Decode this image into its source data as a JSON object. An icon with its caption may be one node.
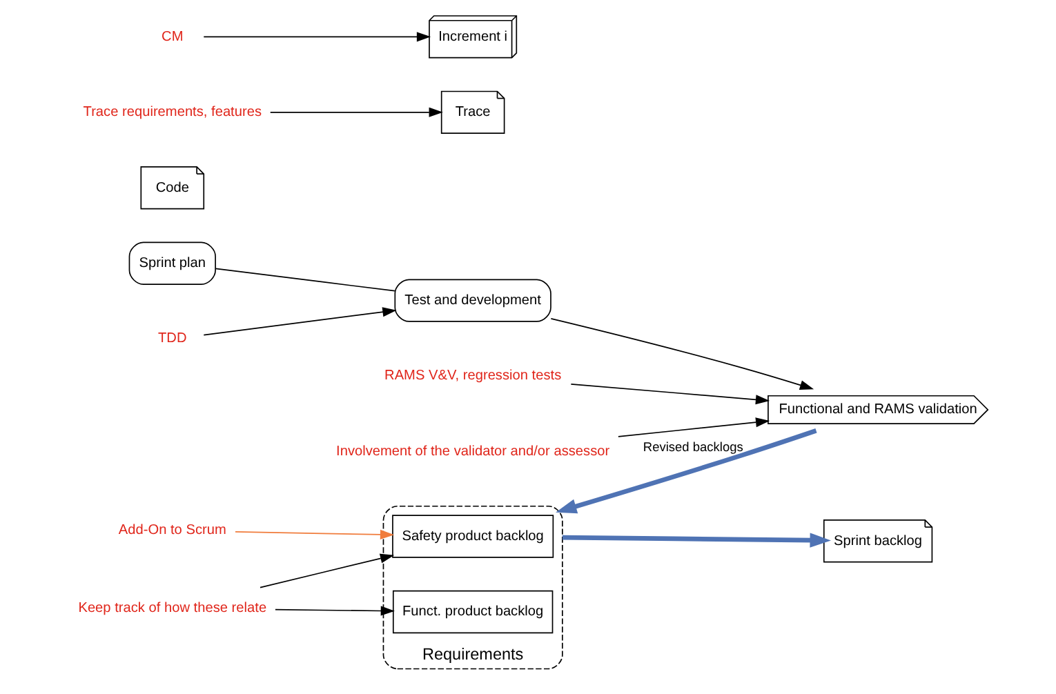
{
  "diagram": {
    "nodes": [
      {
        "text": [
          "Requirements"
        ]
      },
      {
        "text": [
          "Safety product backlog"
        ],
        "in": 0
      },
      {
        "text": [
          "Funct. product backlog"
        ],
        "in": 0
      },
      {
        "text": [
          "Add-On to Scrum"
        ]
      },
      {
        "text": [
          "Keep track of how these relate"
        ]
      },
      {
        "text": [
          "Sprint backlog"
        ]
      },
      {
        "text": [
          "Sprint plan"
        ]
      },
      {
        "text": [
          "Test and development"
        ]
      },
      {
        "text": [
          "Code"
        ]
      },
      {
        "text": [
          "Trace"
        ]
      },
      {
        "text": [
          "Functional and RAMS validation"
        ]
      },
      {
        "text": [
          "TDD"
        ]
      },
      {
        "text": [
          "Trace requirements, features"
        ]
      },
      {
        "text": [
          "CM"
        ]
      },
      {
        "text": [
          "Increment i"
        ]
      },
      {
        "text": [
          "RAMS V&V, regression tests"
        ]
      },
      {
        "text": [
          "Involvement of the validator and/or assessor"
        ]
      }
    ],
    "edges": [
      {
        "from": 3,
        "to": 1,
        "arrow": "to",
        "color": "#f07c3c"
      },
      {
        "from": 4,
        "to": 1,
        "arrow": "to"
      },
      {
        "from": 4,
        "to": 2,
        "arrow": "to"
      },
      {
        "from": 0,
        "to": 5,
        "arrow": "to",
        "style": "thick",
        "color": "#4f73b4"
      },
      {
        "from": 6,
        "to": 7,
        "arrow": "none"
      },
      {
        "from": 7,
        "to": 10,
        "arrow": "to"
      },
      {
        "from": 11,
        "to": 7,
        "arrow": "to"
      },
      {
        "from": 12,
        "to": 9,
        "arrow": "to"
      },
      {
        "from": 13,
        "to": 14,
        "arrow": "to"
      },
      {
        "from": 15,
        "to": 10,
        "arrow": "to"
      },
      {
        "from": 16,
        "to": 10,
        "arrow": "to"
      },
      {
        "from": 10,
        "to": 0,
        "label": "Revised backlogs",
        "arrow": "to",
        "style": "thick",
        "color": "#4f73b4"
      }
    ]
  }
}
